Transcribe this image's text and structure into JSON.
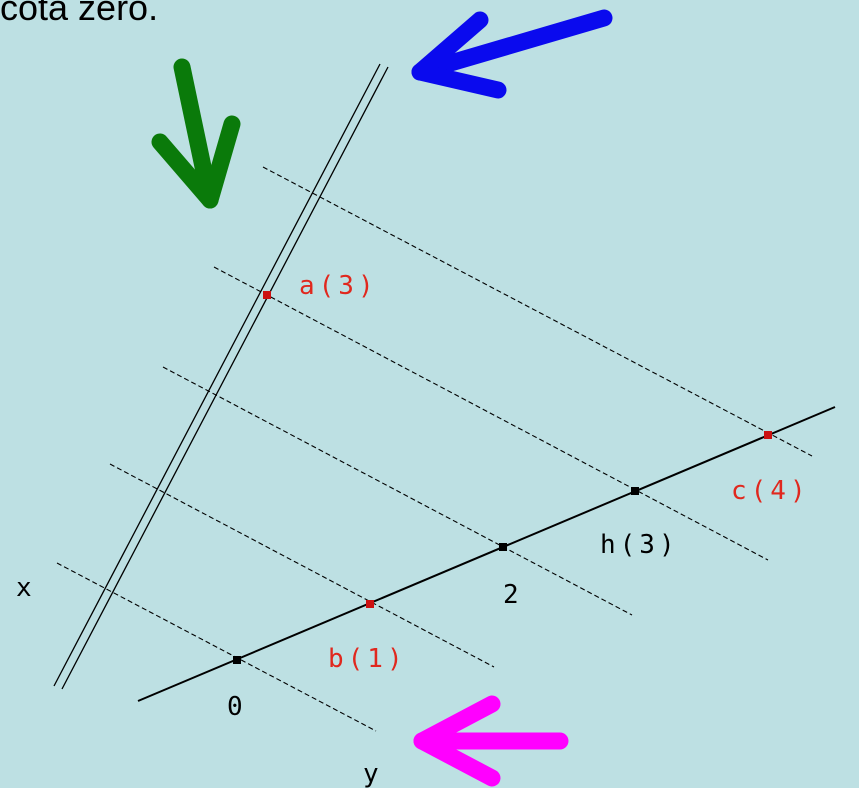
{
  "caption": "cota zero.",
  "colors": {
    "background": "#bde0e3",
    "line": "#000000",
    "label_red": "#e0281e",
    "point_red": "#cc1111",
    "arrow_blue": "#0a0aee",
    "arrow_green": "#0a7a0a",
    "arrow_magenta": "#ff00ff"
  },
  "labels": {
    "a": "a(3)",
    "b": "b(1)",
    "c": "c(4)",
    "h": "h(3)",
    "two": "2",
    "zero": "0",
    "x": "x",
    "y": "y"
  },
  "icons": {
    "blue": "arrow-icon",
    "green": "arrow-icon",
    "magenta": "arrow-icon"
  }
}
